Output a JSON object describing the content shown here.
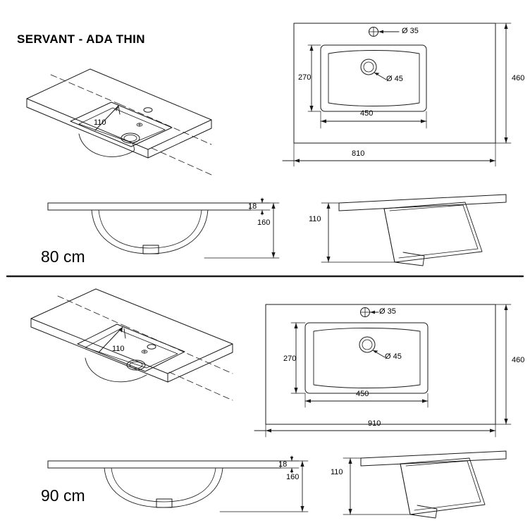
{
  "document": {
    "title": "SERVANT - ADA THIN",
    "type": "technical-drawing",
    "units": "mm (dimensions), cm (size labels)"
  },
  "variants": [
    {
      "size_label": "80 cm",
      "plan": {
        "overall_width": "810",
        "overall_depth": "460",
        "basin_width": "450",
        "basin_depth": "270",
        "tap_hole_dia": "Ø 35",
        "drain_hole_dia": "Ø 45"
      },
      "iso": {
        "basin_offset": "110"
      },
      "front": {
        "top_thickness": "18",
        "total_height": "160"
      },
      "side": {
        "height": "110"
      }
    },
    {
      "size_label": "90 cm",
      "plan": {
        "overall_width": "910",
        "overall_depth": "460",
        "basin_width": "450",
        "basin_depth": "270",
        "tap_hole_dia": "Ø 35",
        "drain_hole_dia": "Ø 45"
      },
      "iso": {
        "basin_offset": "110"
      },
      "front": {
        "top_thickness": "18",
        "total_height": "160"
      },
      "side": {
        "height": "110"
      }
    }
  ],
  "colors": {
    "line": "#1a1a1a",
    "background": "#ffffff"
  }
}
